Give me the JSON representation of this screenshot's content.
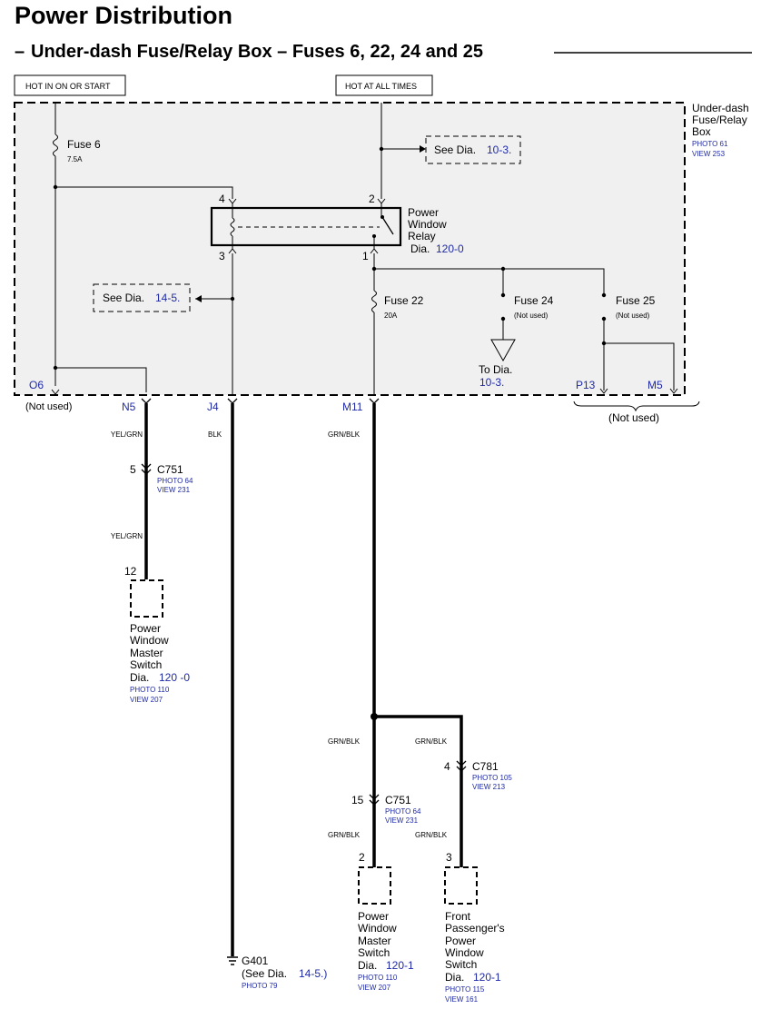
{
  "header": {
    "title": "Power Distribution",
    "subtitle": "Under-dash Fuse/Relay Box – Fuses 6, 22, 24 and 25"
  },
  "sources": {
    "hot_in_on": "HOT IN ON OR START",
    "hot_always": "HOT AT ALL TIMES"
  },
  "fuse_box": {
    "label_line1": "Under-dash",
    "label_line2": "Fuse/Relay",
    "label_line3": "Box",
    "photo": "PHOTO 61",
    "view": "VIEW 253"
  },
  "fuse6": {
    "name": "Fuse 6",
    "rating": "7.5A"
  },
  "fuse22": {
    "name": "Fuse 22",
    "rating": "20A"
  },
  "fuse24": {
    "name": "Fuse 24",
    "note": "(Not used)"
  },
  "fuse25": {
    "name": "Fuse 25",
    "note": "(Not used)"
  },
  "relay": {
    "line1": "Power",
    "line2": "Window",
    "line3": "Relay",
    "dia_prefix": "Dia.",
    "dia_ref": "120-0",
    "pins": [
      "4",
      "3",
      "2",
      "1"
    ]
  },
  "refs": {
    "see_10_3_prefix": "See  Dia.",
    "see_10_3_ref": "10-3.",
    "see_14_5_prefix": "See  Dia.",
    "see_14_5_ref": "14-5.",
    "to_dia": "To  Dia.",
    "to_dia_ref": "10-3."
  },
  "terminals": {
    "o6": "O6",
    "o6_note": "(Not used)",
    "n5": "N5",
    "j4": "J4",
    "m11": "M11",
    "p13": "P13",
    "m5": "M5",
    "p13_m5_note": "(Not used)"
  },
  "wires": {
    "yel_grn_1": "YEL/GRN",
    "yel_grn_2": "YEL/GRN",
    "blk": "BLK",
    "grn_blk_top": "GRN/BLK",
    "grn_blk_left1": "GRN/BLK",
    "grn_blk_right1": "GRN/BLK",
    "grn_blk_left2": "GRN/BLK",
    "grn_blk_right2": "GRN/BLK"
  },
  "connectors": {
    "c751_a": {
      "pin": "5",
      "name": "C751",
      "photo": "PHOTO 64",
      "view": "VIEW 231"
    },
    "c751_b": {
      "pin": "15",
      "name": "C751",
      "photo": "PHOTO 64",
      "view": "VIEW 231"
    },
    "c781": {
      "pin": "4",
      "name": "C781",
      "photo": "PHOTO 105",
      "view": "VIEW 213"
    }
  },
  "components": {
    "pwms_0": {
      "pin": "12",
      "line1": "Power",
      "line2": "Window",
      "line3": "Master",
      "line4": "Switch",
      "dia_prefix": "Dia.",
      "dia_ref": "120 -0",
      "photo": "PHOTO 110",
      "view": "VIEW 207"
    },
    "pwms_1": {
      "pin": "2",
      "line1": "Power",
      "line2": "Window",
      "line3": "Master",
      "line4": "Switch",
      "dia_prefix": "Dia.",
      "dia_ref": "120-1",
      "photo": "PHOTO 110",
      "view": "VIEW 207"
    },
    "fppws": {
      "pin": "3",
      "line1": "Front",
      "line2": "Passenger's",
      "line3": "Power",
      "line4": "Window",
      "line5": "Switch",
      "dia_prefix": "Dia.",
      "dia_ref": "120-1",
      "photo": "PHOTO 115",
      "view": "VIEW 161"
    }
  },
  "ground": {
    "name": "G401",
    "see_prefix": "(See Dia.",
    "see_ref": "14-5.)",
    "photo": "PHOTO 79"
  }
}
